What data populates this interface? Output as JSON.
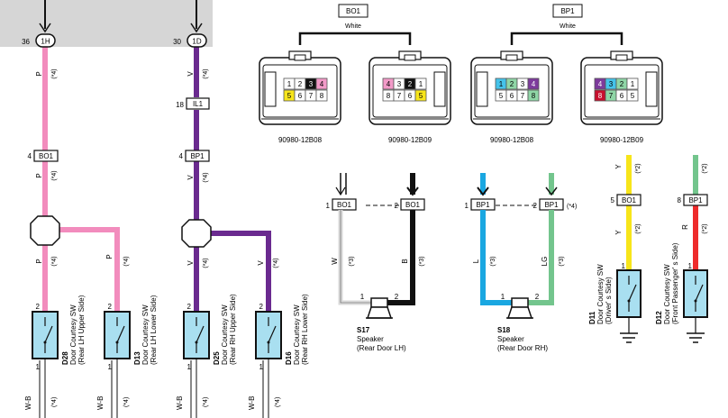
{
  "colors": {
    "pink": "#f28cbd",
    "purple": "#6a2a8f",
    "yellow": "#f7e51a",
    "red": "#ee2b2b",
    "green": "#73c58d",
    "cyan": "#1aa7e1",
    "black": "#111111",
    "white_wire": "#d9d9d9",
    "switch_fill": "#a9dff0",
    "header_gray": "#d6d6d6",
    "pin_pink": "#f29ac8",
    "pin_yellow": "#f7e51a",
    "pin_cyan": "#45c3ea",
    "pin_green": "#8fd6a6",
    "pin_purple": "#7d3a9c",
    "pin_red": "#c8102e",
    "pin_gray": "#bbbbbb"
  },
  "top_left": {
    "c1_pin": "36",
    "c1_label": "1H",
    "c2_pin": "30",
    "c2_label": "1D"
  },
  "wire_pink": {
    "color_code": "P",
    "mult": "(*4)",
    "connector": "BO1",
    "conn_pin": "4",
    "branch_color": "P",
    "branch_mult": "(*4)"
  },
  "wire_purple": {
    "color_code": "V",
    "mult": "(*4)",
    "inline_pin": "18",
    "inline_label": "IL1",
    "connector": "BP1",
    "conn_pin": "4",
    "branch_color": "V",
    "branch_mult": "(*4)"
  },
  "switches": [
    {
      "id": "D28",
      "pin_top": "2",
      "pin_bottom": "1",
      "desc1": "Door Courtesy SW",
      "desc2": "(Rear LH Upper Side)",
      "wire": "W-B",
      "mult": "(*4)"
    },
    {
      "id": "D13",
      "pin_top": "2",
      "pin_bottom": "1",
      "desc1": "Door Courtesy SW",
      "desc2": "(Rear LH Lower Side)",
      "wire": "W-B",
      "mult": "(*4)"
    },
    {
      "id": "D25",
      "pin_top": "2",
      "pin_bottom": "1",
      "desc1": "Door Courtesy SW",
      "desc2": "(Rear RH Upper Side)",
      "wire": "W-B",
      "mult": "(*4)"
    },
    {
      "id": "D16",
      "pin_top": "2",
      "pin_bottom": "1",
      "desc1": "Door Courtesy SW",
      "desc2": "(Rear RH Lower Side)",
      "wire": "W-B",
      "mult": "(*4)"
    },
    {
      "id": "D11",
      "pin_top": "1",
      "desc1": "Door Courtesy SW",
      "desc2": "(Driver' s Side)"
    },
    {
      "id": "D12",
      "pin_top": "1",
      "desc1": "Door Courtesy SW",
      "desc2": "(Front Passenger' s Side)"
    }
  ],
  "connectors": {
    "bo1": {
      "title": "BO1",
      "color": "White",
      "left_part": "90980-12B08",
      "right_part": "90980-12B09"
    },
    "bp1": {
      "title": "BP1",
      "color": "White",
      "left_part": "90980-12B08",
      "right_part": "90980-12B09"
    },
    "bo1_left_pins": [
      "1",
      "2",
      "3",
      "4",
      "5",
      "6",
      "7",
      "8"
    ],
    "bo1_right_pins": [
      "4",
      "3",
      "2",
      "1",
      "8",
      "7",
      "6",
      "5"
    ],
    "bp1_left_pins": [
      "1",
      "2",
      "3",
      "4",
      "5",
      "6",
      "7",
      "8"
    ],
    "bp1_right_pins": [
      "4",
      "3",
      "2",
      "1",
      "8",
      "7",
      "6",
      "5"
    ]
  },
  "speakers": {
    "s17": {
      "id": "S17",
      "name": "Speaker",
      "loc": "(Rear Door LH)",
      "pin1": "1",
      "pin2": "2",
      "left_wire": "W",
      "left_mult": "(*3)",
      "right_wire": "B",
      "right_mult": "(*3)",
      "conn1_pin": "1",
      "conn1": "BO1",
      "conn2_pin": "2",
      "conn2": "BO1"
    },
    "s18": {
      "id": "S18",
      "name": "Speaker",
      "loc": "(Rear Door RH)",
      "pin1": "1",
      "pin2": "2",
      "left_wire": "L",
      "left_mult": "(*3)",
      "right_wire": "LG",
      "right_mult": "(*3)",
      "conn1_pin": "1",
      "conn1": "BP1",
      "conn2_pin": "2",
      "conn2": "BP1",
      "conn2_mult": "(*4)"
    }
  },
  "d11_wire": {
    "color": "Y",
    "mult_top": "(*2)",
    "conn_pin": "5",
    "conn": "BO1",
    "color2": "Y",
    "mult2": "(*2)"
  },
  "d12_wire": {
    "mult_top": "(*2)",
    "conn_pin": "8",
    "conn": "BP1",
    "color2": "R",
    "mult2": "(*2)"
  }
}
